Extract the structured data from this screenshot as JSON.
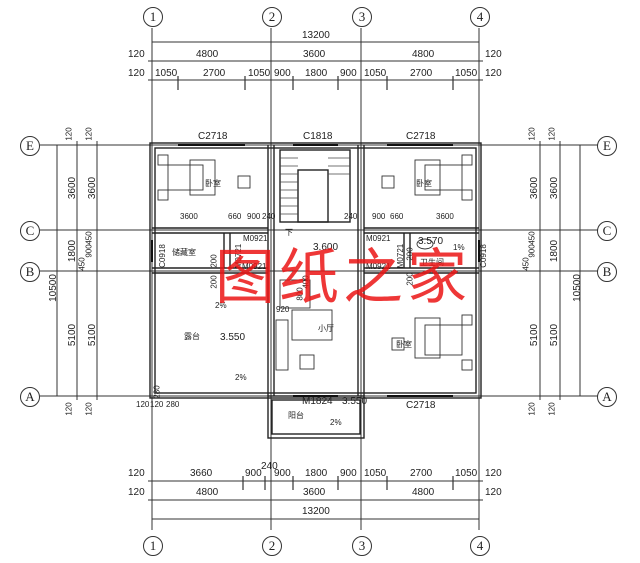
{
  "drawing": {
    "type": "floor plan",
    "watermark": "图纸之家",
    "axes_columns": [
      "1",
      "2",
      "3",
      "4"
    ],
    "axes_rows": [
      "E",
      "C",
      "B",
      "A"
    ]
  },
  "top_dims": {
    "total": "13200",
    "bays": [
      "4800",
      "3600",
      "4800"
    ],
    "details": [
      "1050",
      "2700",
      "1050",
      "900",
      "1800",
      "900",
      "1050",
      "2700",
      "1050"
    ],
    "wall_offsets": [
      "120",
      "120",
      "120",
      "120"
    ]
  },
  "bottom_dims": {
    "total": "13200",
    "bays": [
      "4800",
      "3600",
      "4800"
    ],
    "details": [
      "3660",
      "900",
      "240",
      "900",
      "1800",
      "900",
      "1050",
      "2700",
      "1050"
    ],
    "wall_offsets": [
      "120",
      "120",
      "120",
      "120"
    ]
  },
  "left_dims": {
    "total": "10500",
    "outer": [
      "3600",
      "1800",
      "5100"
    ],
    "inner": [
      "3600",
      "450",
      "900",
      "450",
      "5100"
    ],
    "wall_offsets": [
      "120",
      "120",
      "120",
      "120"
    ]
  },
  "right_dims": {
    "total": "10500",
    "outer": [
      "3600",
      "1800",
      "5100"
    ],
    "inner": [
      "3600",
      "450",
      "900",
      "450",
      "5100"
    ],
    "wall_offsets": [
      "120",
      "120",
      "120",
      "120"
    ]
  },
  "labels": {
    "window_top_left": "C2718",
    "window_top_mid": "C1818",
    "window_top_right": "C2718",
    "window_bottom_right": "C2718",
    "window_left": "C0918",
    "window_right": "C0918",
    "door_m0921_a": "M0921",
    "door_m0921_b": "M0921",
    "door_m0921_c": "M0921",
    "door_m0921_d": "M0921",
    "door_m0721_a": "M0721",
    "door_m0721_b": "M0721",
    "door_m1824": "M1824",
    "room_bedroom_1": "卧室",
    "room_bedroom_2": "卧室",
    "room_bedroom_3": "卧室",
    "room_dressing": "储藏室",
    "room_terrace": "露台",
    "room_hall": "小厅",
    "room_bath": "卫生间",
    "room_balcony": "阳台",
    "stairs_down": "下",
    "elev_hall": "3.600",
    "elev_terrace": "3.550",
    "elev_bath": "3.570",
    "elev_balcony": "3.550",
    "slope_2pct_a": "2%",
    "slope_2pct_b": "2%",
    "slope_2pct_c": "2%",
    "slope_1pct": "1%",
    "dim_3600_top_left": "3600",
    "dim_3600_top_right": "3600",
    "dim_660_l": "660",
    "dim_900_l": "900",
    "dim_240_l": "240",
    "dim_240_r": "240",
    "dim_900_r": "900",
    "dim_660_r": "660",
    "dim_200_a": "200",
    "dim_200_b": "200",
    "dim_200_c": "200",
    "dim_200_d": "200",
    "dim_800": "800",
    "dim_400": "400",
    "dim_920": "920",
    "dim_280": "280",
    "dim_120_a": "120",
    "dim_120_b": "120",
    "dim_280_b": "280"
  }
}
